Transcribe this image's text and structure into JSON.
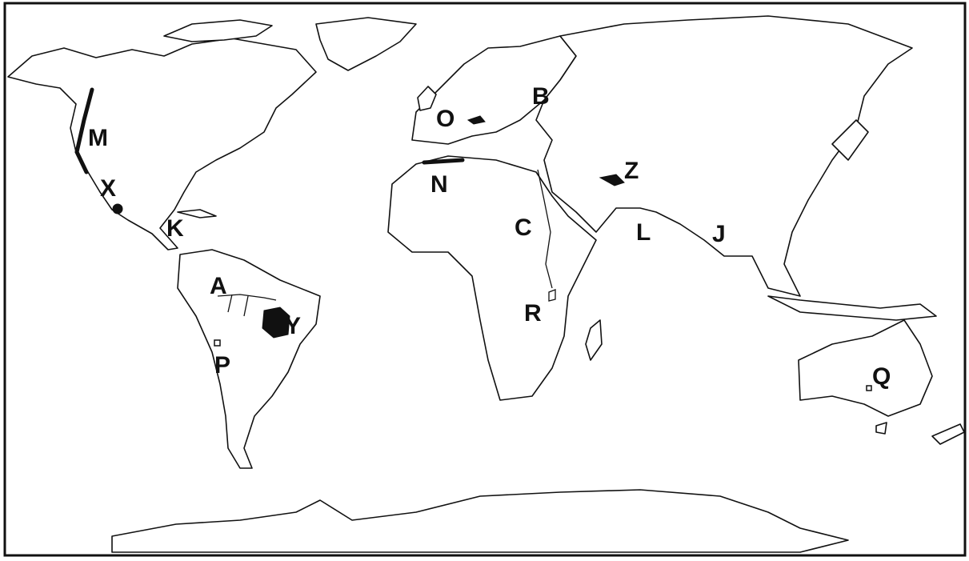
{
  "map": {
    "labels": {
      "A": "A",
      "B": "B",
      "C": "C",
      "J": "J",
      "K": "K",
      "L": "L",
      "M": "M",
      "N": "N",
      "O": "O",
      "P": "P",
      "Q": "Q",
      "R": "R",
      "X": "X",
      "Y": "Y",
      "Z": "Z"
    },
    "colors": {
      "outline": "#111111",
      "land": "#ffffff",
      "background": "#ffffff"
    }
  }
}
